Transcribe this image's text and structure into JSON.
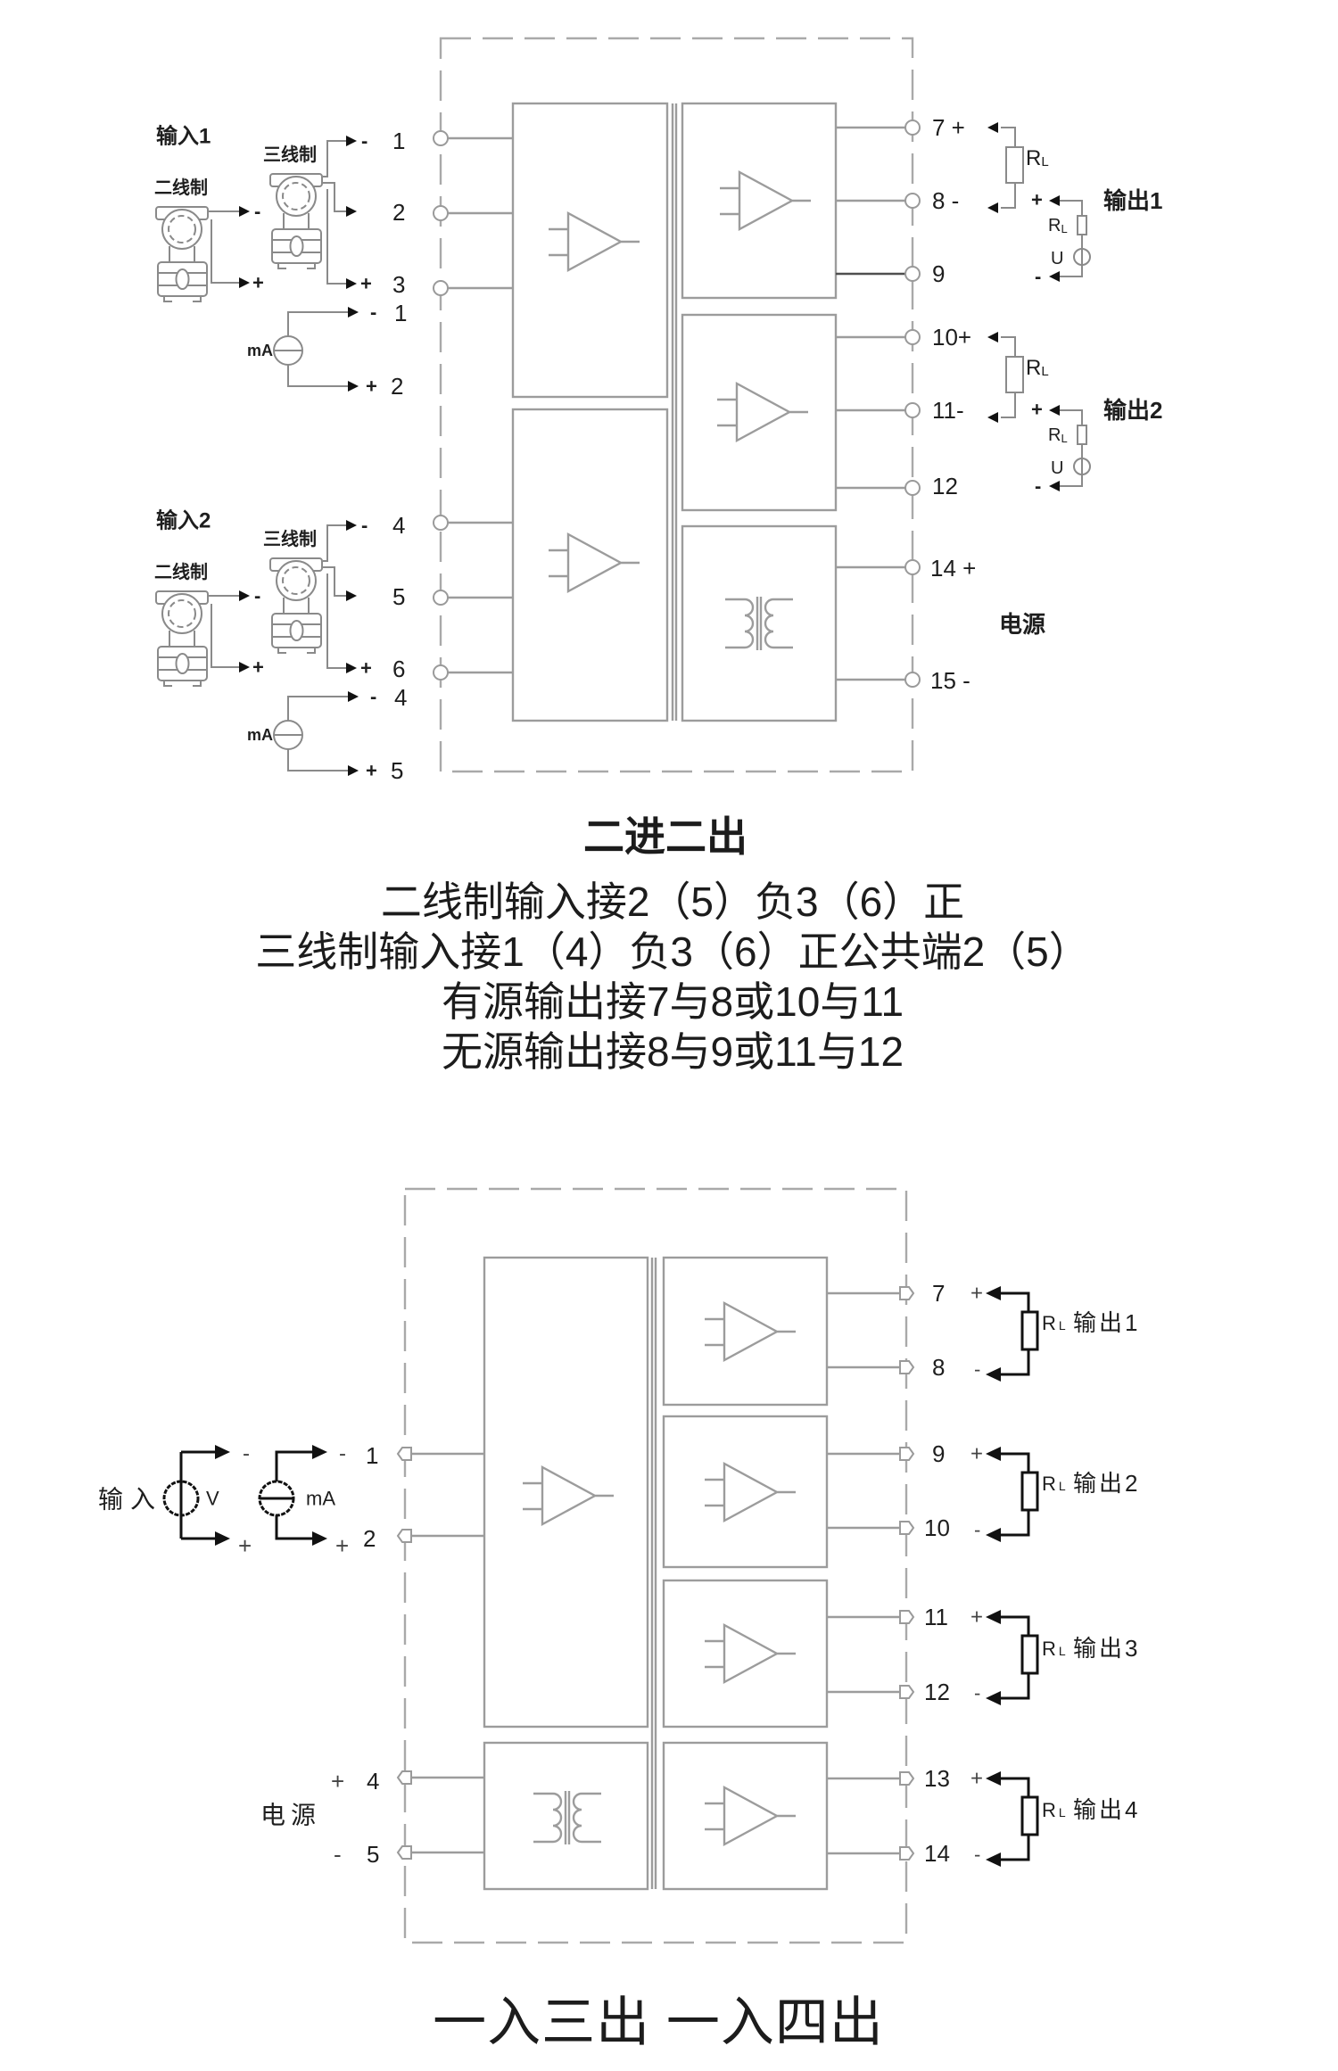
{
  "top_diagram": {
    "inputs": [
      {
        "title": "输入1",
        "two_wire_label": "二线制",
        "three_wire_label": "三线制",
        "two_wire_neg": "-",
        "two_wire_pos": "+",
        "three_wire_neg": "-",
        "three_wire_pos": "+",
        "three_wire_terminals": [
          "1",
          "2",
          "3"
        ],
        "current_source_label": "mA",
        "current_neg": "-",
        "current_pos": "+",
        "current_terminals": [
          "1",
          "2"
        ]
      },
      {
        "title": "输入2",
        "two_wire_label": "二线制",
        "three_wire_label": "三线制",
        "two_wire_neg": "-",
        "two_wire_pos": "+",
        "three_wire_neg": "-",
        "three_wire_pos": "+",
        "three_wire_terminals": [
          "4",
          "5",
          "6"
        ],
        "current_source_label": "mA",
        "current_neg": "-",
        "current_pos": "+",
        "current_terminals": [
          "4",
          "5"
        ]
      }
    ],
    "outputs": [
      {
        "title": "输出1",
        "terminals": [
          "7 +",
          "8 -",
          "9"
        ],
        "load_symbol": "R",
        "load_subscript": "L",
        "source_pos": "+",
        "source_neg": "-",
        "source_symbol": "U"
      },
      {
        "title": "输出2",
        "terminals": [
          "10+",
          "11-",
          "12"
        ],
        "load_symbol": "R",
        "load_subscript": "L",
        "source_pos": "+",
        "source_neg": "-",
        "source_symbol": "U"
      }
    ],
    "power": {
      "label": "电源",
      "terminals": [
        "14 +",
        "15 -"
      ]
    }
  },
  "top_caption": {
    "title": "二进二出",
    "lines": [
      "二线制输入接2（5）负3（6）正",
      "三线制输入接1（4）负3（6）正公共端2（5）",
      "有源输出接7与8或10与11",
      "无源输出接8与9或11与12"
    ]
  },
  "bottom_diagram": {
    "input": {
      "label": "输入",
      "voltage_symbol": "V",
      "current_symbol": "mA",
      "voltage_neg": "-",
      "voltage_pos": "+",
      "current_neg": "-",
      "current_pos": "+",
      "terminals": [
        "1",
        "2"
      ]
    },
    "power": {
      "label": "电源",
      "pos": "+",
      "neg": "-",
      "terminals": [
        "4",
        "5"
      ]
    },
    "outputs": [
      {
        "title": "输出1",
        "terminals": [
          "7",
          "8"
        ],
        "pos": "+",
        "neg": "-",
        "load_symbol": "R",
        "load_subscript": "L"
      },
      {
        "title": "输出2",
        "terminals": [
          "9",
          "10"
        ],
        "pos": "+",
        "neg": "-",
        "load_symbol": "R",
        "load_subscript": "L"
      },
      {
        "title": "输出3",
        "terminals": [
          "11",
          "12"
        ],
        "pos": "+",
        "neg": "-",
        "load_symbol": "R",
        "load_subscript": "L"
      },
      {
        "title": "输出4",
        "terminals": [
          "13",
          "14"
        ],
        "pos": "+",
        "neg": "-",
        "load_symbol": "R",
        "load_subscript": "L"
      }
    ]
  },
  "bottom_caption": {
    "title": "一入三出 一入四出"
  }
}
